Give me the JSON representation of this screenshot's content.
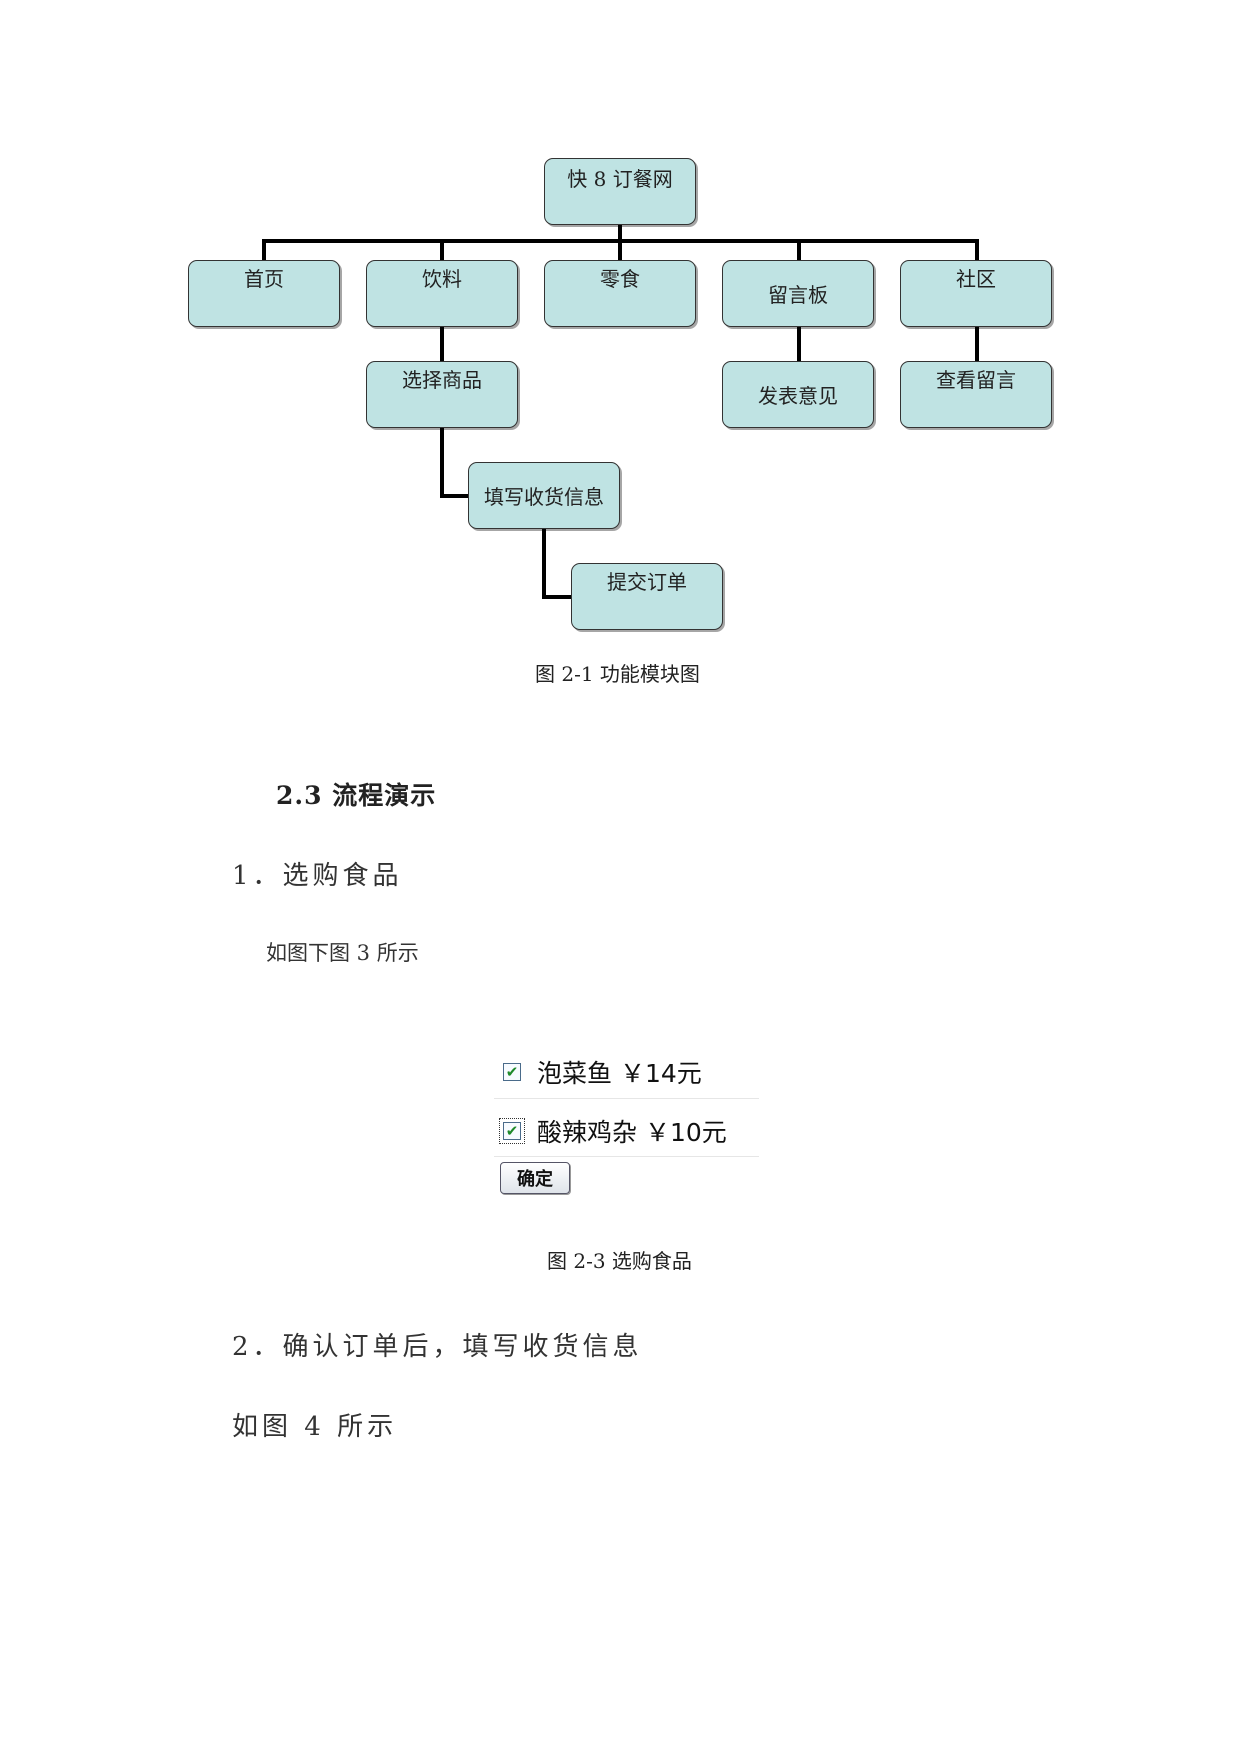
{
  "diagram": {
    "root": "快 8 订餐网",
    "modules": [
      "首页",
      "饮料",
      "零食",
      "留言板",
      "社区"
    ],
    "drink_flow": [
      "选择商品",
      "填写收货信息",
      "提交订单"
    ],
    "board_child": "发表意见",
    "community_child": "查看留言",
    "caption": "图 2-1  功能模块图"
  },
  "section": {
    "title": "2.3  流程演示",
    "step1": "1．选购食品",
    "step1_note": "如图下图 3 所示",
    "step2": "2．确认订单后，填写收货信息",
    "step2_note": "如图 4 所示"
  },
  "order_form": {
    "items": [
      {
        "label": "泡菜鱼  ￥14元",
        "checked": true
      },
      {
        "label": "酸辣鸡杂  ￥10元",
        "checked": true
      }
    ],
    "confirm_label": "确定",
    "caption": "图 2-3 选购食品"
  }
}
